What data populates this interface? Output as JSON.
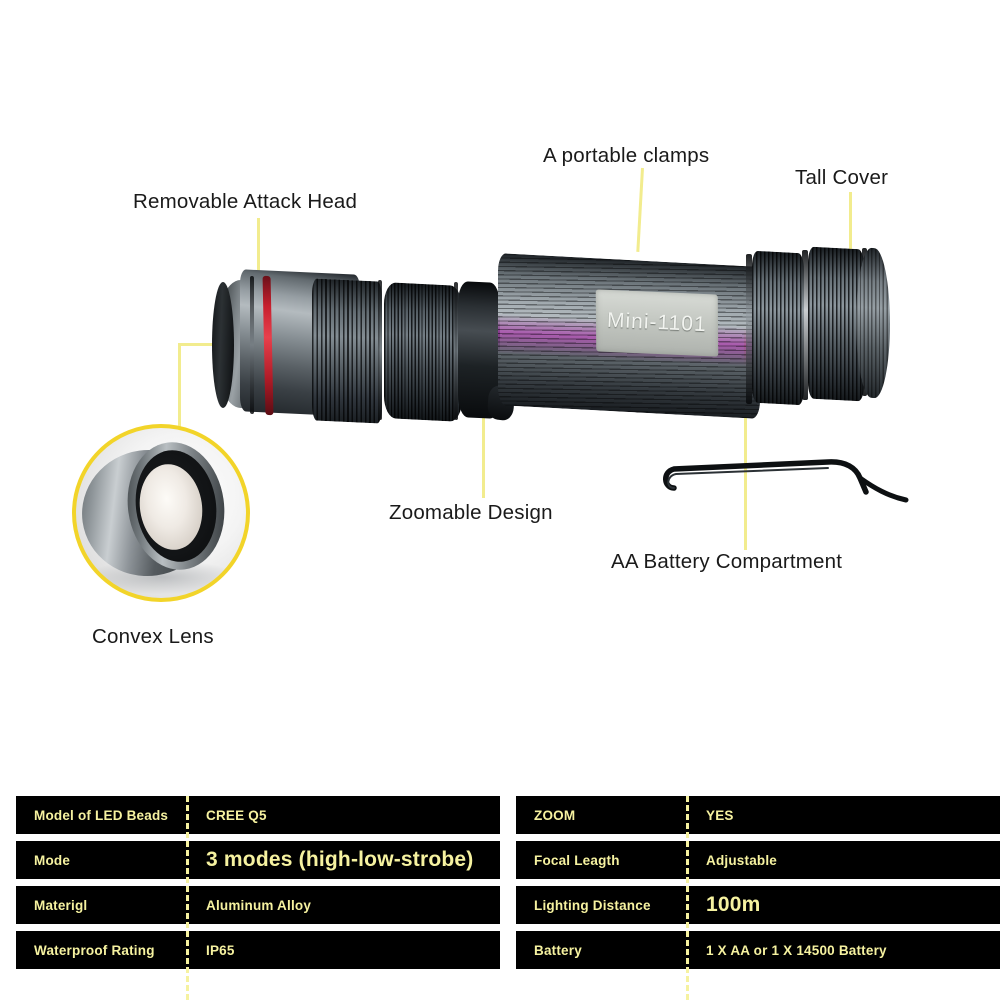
{
  "product": {
    "body_engraving": "Mini-1101"
  },
  "callouts": [
    {
      "id": "removable-attack-head",
      "label": "Removable Attack Head"
    },
    {
      "id": "portable-clamps",
      "label": "A portable clamps"
    },
    {
      "id": "tail-cover",
      "label": "Tall Cover"
    },
    {
      "id": "zoomable-design",
      "label": "Zoomable Design"
    },
    {
      "id": "aa-battery-compartment",
      "label": "AA Battery Compartment"
    },
    {
      "id": "convex-lens",
      "label": "Convex Lens"
    }
  ],
  "specs": {
    "left": [
      {
        "key": "Model of LED Beads",
        "value": "CREE Q5",
        "emphasis": false
      },
      {
        "key": "Mode",
        "value": "3 modes (high-low-strobe)",
        "emphasis": true
      },
      {
        "key": "Materigl",
        "value": "Aluminum Alloy",
        "emphasis": false
      },
      {
        "key": "Waterproof Rating",
        "value": "IP65",
        "emphasis": false
      }
    ],
    "right": [
      {
        "key": "ZOOM",
        "value": "YES",
        "emphasis": false
      },
      {
        "key": "Focal Leagth",
        "value": "Adjustable",
        "emphasis": false
      },
      {
        "key": "Lighting Distance",
        "value": "100m",
        "emphasis": true
      },
      {
        "key": "Battery",
        "value": "1 X AA  or  1 X 14500 Battery",
        "emphasis": false
      }
    ]
  },
  "colors": {
    "leader_line": "#f2ec8e",
    "lens_ring": "#f2d429",
    "spec_background": "#000000",
    "spec_text": "#f6f2a0",
    "accent_red": "#c8202e",
    "page_background": "#ffffff"
  }
}
